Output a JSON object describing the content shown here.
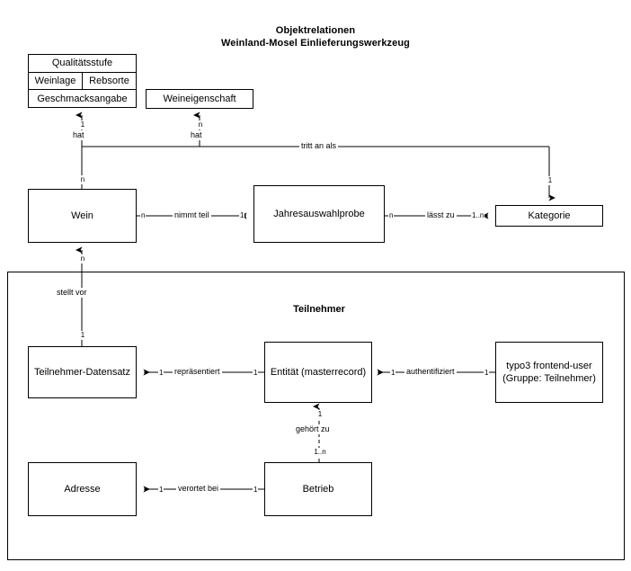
{
  "diagram": {
    "title_line1": "Objektrelationen",
    "title_line2": "Weinland-Mosel Einlieferungswerkzeug",
    "background": "#ffffff",
    "stroke": "#000000"
  },
  "entities": {
    "wine_attributes": {
      "rows": [
        [
          "Qualitätsstufe"
        ],
        [
          "Weinlage",
          "Rebsorte"
        ],
        [
          "Geschmacksangabe"
        ]
      ]
    },
    "weineigenschaft": {
      "label": "Weineigenschaft"
    },
    "wein": {
      "label": "Wein"
    },
    "jahresauswahlprobe": {
      "label": "Jahresauswahlprobe"
    },
    "kategorie": {
      "label": "Kategorie"
    },
    "teilnehmer_datensatz": {
      "label": "Teilnehmer-Datensatz"
    },
    "entitaet": {
      "label": "Entität (masterrecord)"
    },
    "typo3_user": {
      "line1": "typo3 frontend-user",
      "line2": "(Gruppe: Teilnehmer)"
    },
    "adresse": {
      "label": "Adresse"
    },
    "betrieb": {
      "label": "Betrieb"
    }
  },
  "group": {
    "teilnehmer_label": "Teilnehmer"
  },
  "relations": {
    "wein_has_attributes": {
      "label": "hat",
      "from_cardinality": "n",
      "to_cardinality": "1"
    },
    "wein_has_weineigenschaft": {
      "label": "hat",
      "from_cardinality": "n",
      "to_cardinality": "n"
    },
    "wein_nimmt_teil": {
      "label": "nimmt teil",
      "from_cardinality": "n",
      "to_cardinality": "1"
    },
    "probe_laesst_zu": {
      "label": "lässt zu",
      "from_cardinality": "n",
      "to_cardinality": "1..n"
    },
    "wein_tritt_an_als": {
      "label": "tritt an als",
      "to_cardinality": "1"
    },
    "datensatz_stellt_vor": {
      "label": "stellt vor",
      "from_cardinality": "1",
      "to_cardinality": "n"
    },
    "repraesentiert": {
      "label": "repräsentiert",
      "from_cardinality": "1",
      "to_cardinality": "1"
    },
    "authentifiziert": {
      "label": "authentifiziert",
      "from_cardinality": "1",
      "to_cardinality": "1"
    },
    "gehoert_zu": {
      "label": "gehört zu",
      "from_cardinality": "1..n",
      "to_cardinality": "1"
    },
    "verortet_bei": {
      "label": "verortet bei",
      "from_cardinality": "1",
      "to_cardinality": "1"
    }
  }
}
